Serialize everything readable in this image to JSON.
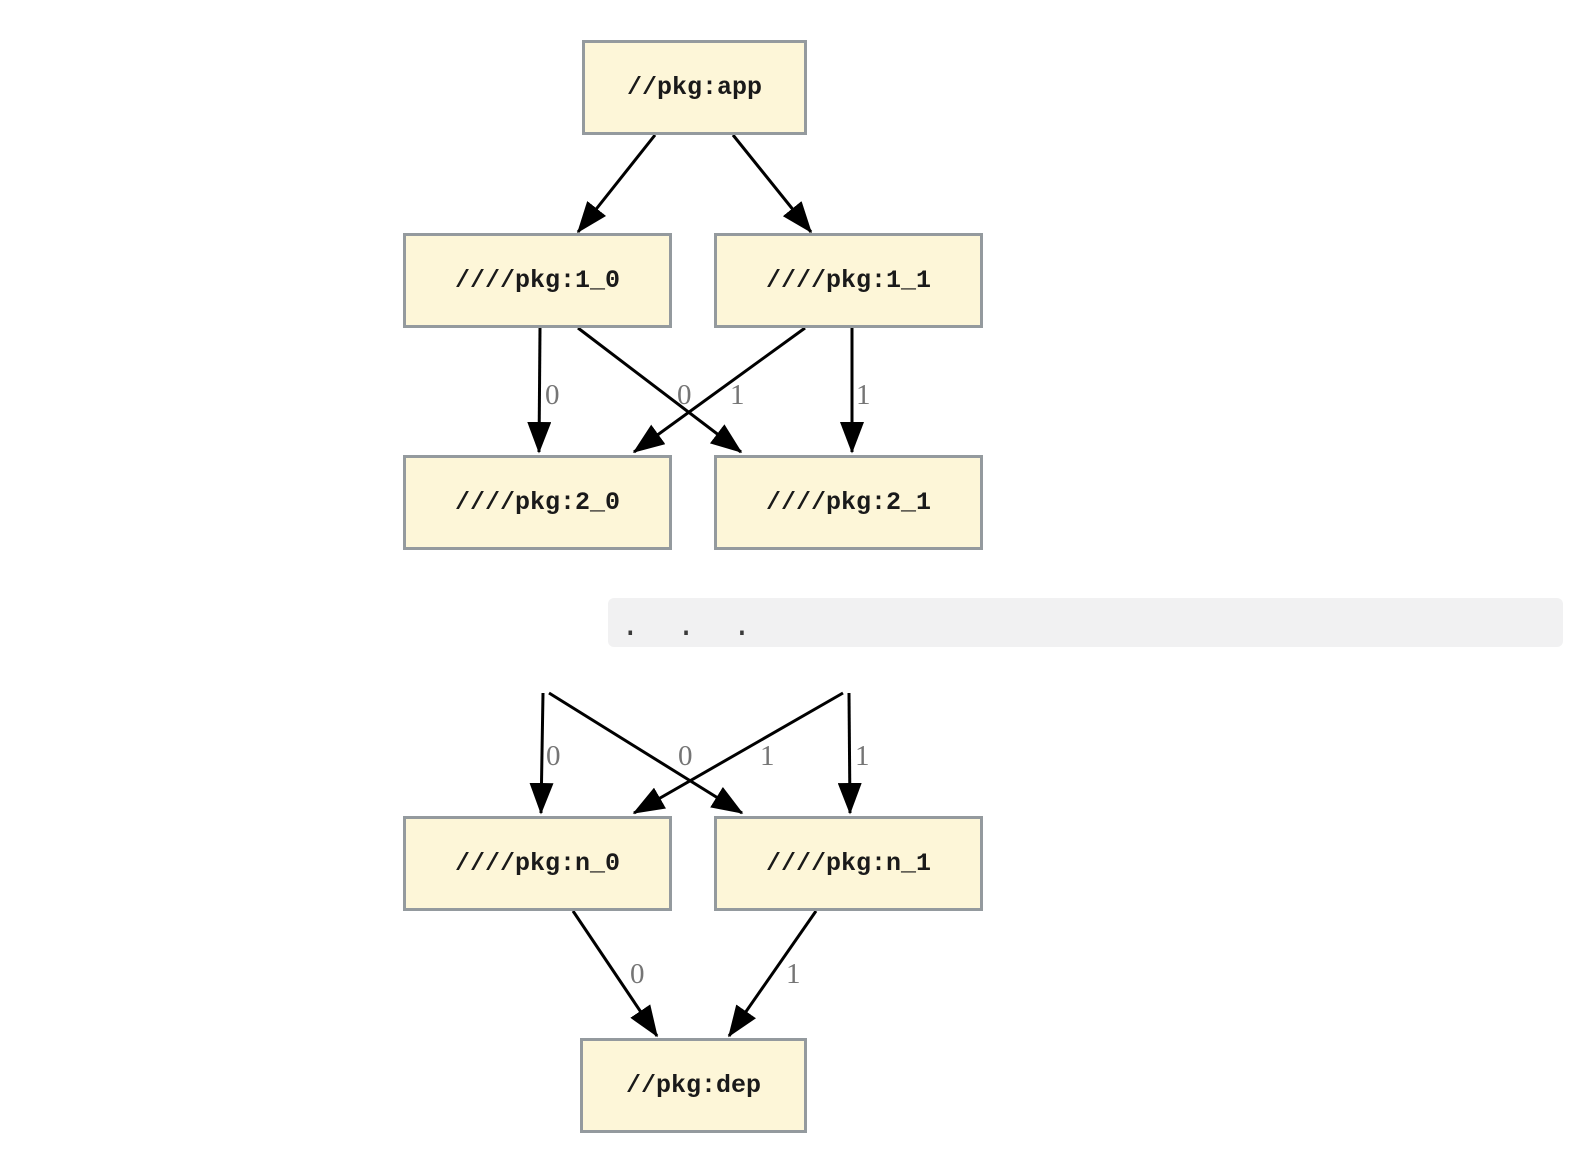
{
  "graph": {
    "nodes": {
      "app": {
        "label": "//pkg:app"
      },
      "l1_0": {
        "label": "////pkg:1_0"
      },
      "l1_1": {
        "label": "////pkg:1_1"
      },
      "l2_0": {
        "label": "////pkg:2_0"
      },
      "l2_1": {
        "label": "////pkg:2_1"
      },
      "ln_0": {
        "label": "////pkg:n_0"
      },
      "ln_1": {
        "label": "////pkg:n_1"
      },
      "dep": {
        "label": "//pkg:dep"
      }
    },
    "edge_labels": {
      "level1": {
        "to2_0_left": "0",
        "to2_0_cross": "0",
        "to2_1_cross": "1",
        "to2_1_right": "1"
      },
      "leveln": {
        "ton_0_left": "0",
        "ton_0_cross": "0",
        "ton_1_cross": "1",
        "ton_1_right": "1"
      },
      "dep": {
        "from_n_0": "0",
        "from_n_1": "1"
      }
    }
  },
  "ellipsis": {
    "text": ".  .  ."
  },
  "colors": {
    "page_bg": "#ffffff",
    "node_fill": "#fdf6d8",
    "node_border": "#949a9e",
    "node_text": "#1a1a1a",
    "edge": "#000000",
    "edge_label": "#757575",
    "ellipsis_bg": "#f1f1f2",
    "ellipsis_text": "#3a3a3a"
  }
}
